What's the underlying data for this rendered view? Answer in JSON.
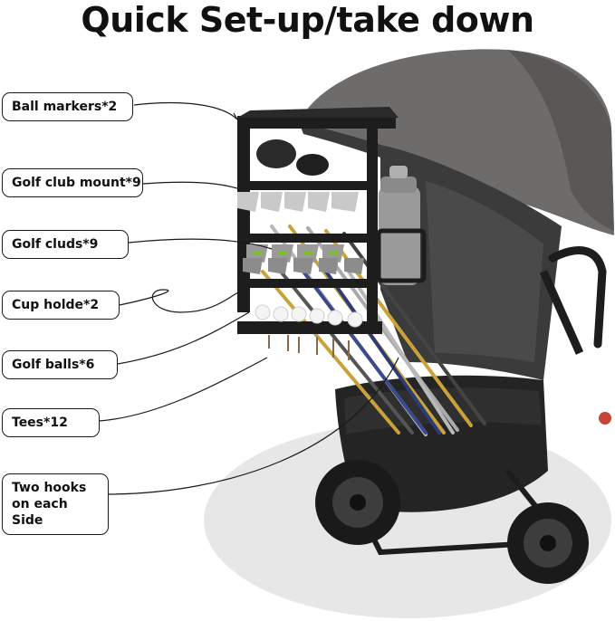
{
  "title": "Quick Set-up/take down",
  "callouts": [
    {
      "id": "ball-markers",
      "text": "Ball markers*2"
    },
    {
      "id": "golf-club-mount",
      "text": "Golf club mount*9"
    },
    {
      "id": "golf-cluds",
      "text": "Golf cluds*9"
    },
    {
      "id": "cup-holde",
      "text": "Cup holde*2"
    },
    {
      "id": "golf-balls",
      "text": "Golf balls*6"
    },
    {
      "id": "tees",
      "text": "Tees*12"
    },
    {
      "id": "two-hooks",
      "text": "Two hooks on each Side"
    }
  ],
  "colors": {
    "canopy": "#6e6b6b",
    "frame": "#1d1d1d",
    "wagon_body": "#242424",
    "shadow": "#e7e7e7",
    "bottle": "#9a9a9a",
    "club_head_silver": "#c9c9c9",
    "club_head_green": "#7fbf2a"
  },
  "icons": [
    "stroller-wagon-image",
    "golf-rack",
    "cup-holder-bottle"
  ]
}
